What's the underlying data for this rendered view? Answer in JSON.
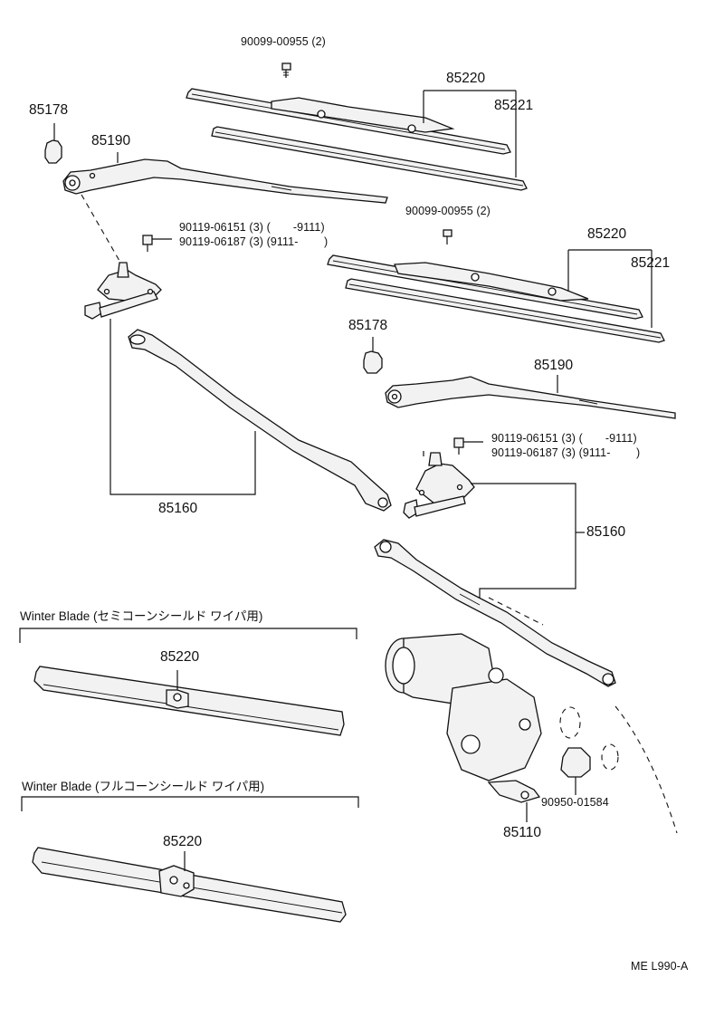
{
  "labels": {
    "bolt_top": "90099-00955 (2)",
    "blade_left": "85220",
    "refill_left": "85221",
    "cap_left": "85178",
    "arm_left": "85190",
    "bolt_mid": "90099-00955 (2)",
    "pivot_bolt_left_1": "90119-06151 (3) (       -9111)",
    "pivot_bolt_left_2": "90119-06187 (3) (9111-        )",
    "blade_right": "85220",
    "refill_right": "85221",
    "cap_right": "85178",
    "arm_right": "85190",
    "pivot_bolt_right_1": "90119-06151 (3) (       -9111)",
    "pivot_bolt_right_2": "90119-06187 (3) (9111-        )",
    "link_left": "85160",
    "link_right": "85160",
    "winter_blade_1_title": "Winter Blade (セミコーンシールド ワイパ用)",
    "winter_blade_1_part": "85220",
    "winter_blade_2_title": "Winter Blade (フルコーンシールド ワイパ用)",
    "winter_blade_2_part": "85220",
    "cap_motor": "90950-01584",
    "motor": "85110",
    "diagram_code": "ME L990-A"
  }
}
